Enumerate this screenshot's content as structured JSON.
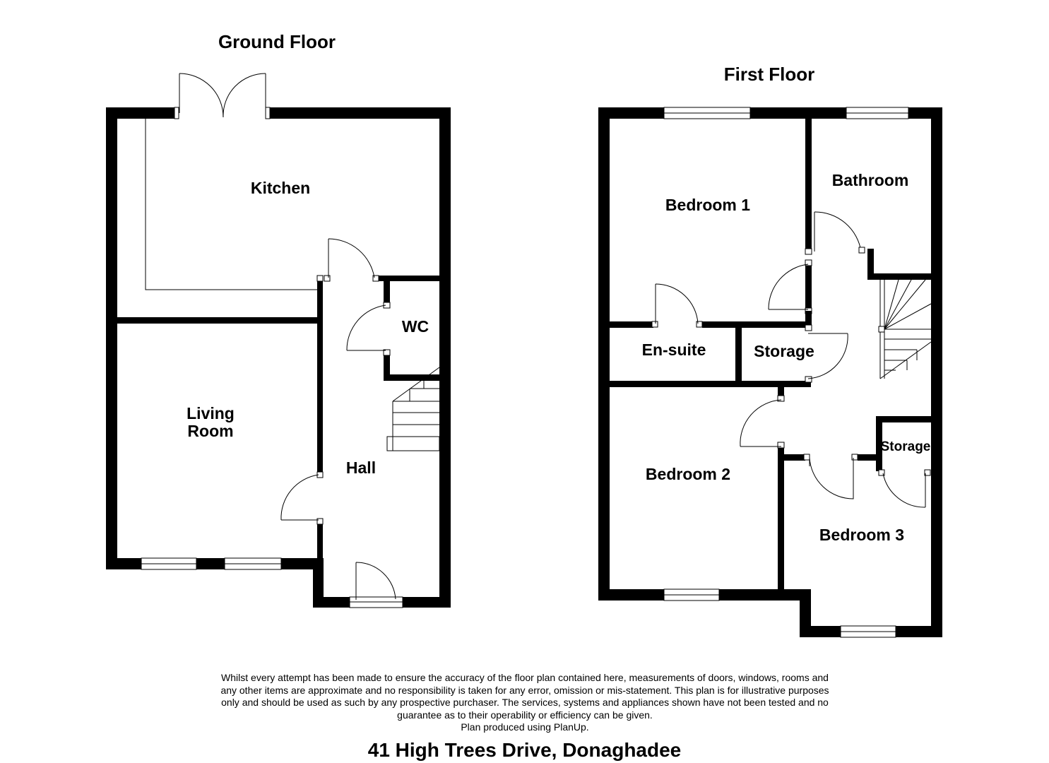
{
  "ground_floor": {
    "title": "Ground Floor",
    "rooms": {
      "kitchen": "Kitchen",
      "wc": "WC",
      "living_room_line1": "Living",
      "living_room_line2": "Room",
      "hall": "Hall"
    }
  },
  "first_floor": {
    "title": "First Floor",
    "rooms": {
      "bedroom1": "Bedroom 1",
      "bathroom": "Bathroom",
      "ensuite": "En-suite",
      "storage1": "Storage",
      "storage2": "Storage",
      "bedroom2": "Bedroom 2",
      "bedroom3": "Bedroom 3"
    }
  },
  "disclaimer": {
    "line1": "Whilst every attempt has been made to ensure the accuracy of the floor plan contained here, measurements of doors, windows, rooms and",
    "line2": "any other items are approximate and no responsibility is taken for any error, omission or mis-statement. This plan is for illustrative purposes",
    "line3": "only and should be used as such by any prospective purchaser. The services, systems and appliances shown have not been tested and no",
    "line4": "guarantee as to their operability or efficiency can be given.",
    "line5": "Plan produced using PlanUp."
  },
  "address": "41 High Trees Drive, Donaghadee"
}
